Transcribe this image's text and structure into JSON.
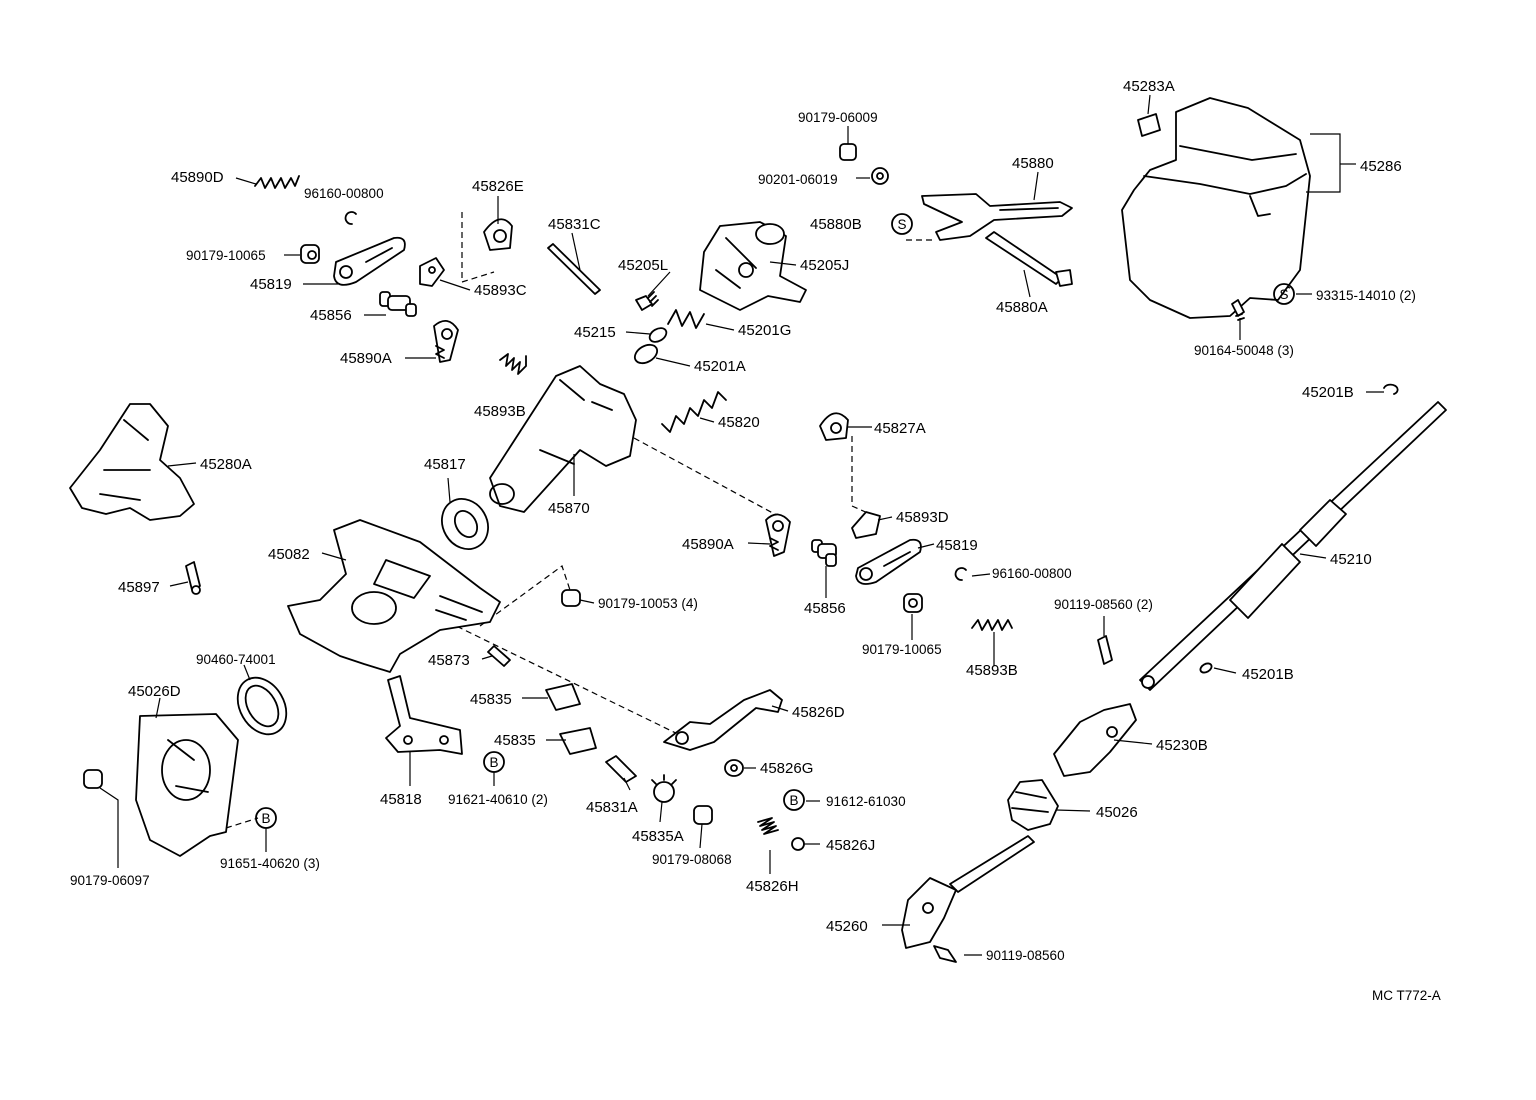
{
  "diagram": {
    "code": "MC T772-A",
    "labels": {
      "p45890D": "45890D",
      "p96160_00800_a": "96160-00800",
      "p90179_10065_a": "90179-10065",
      "p45819_a": "45819",
      "p45856_a": "45856",
      "p45890A_a": "45890A",
      "p45893B_a": "45893B",
      "p45826E": "45826E",
      "p45893C": "45893C",
      "p45831C": "45831C",
      "p45205L": "45205L",
      "p45215": "45215",
      "p45201G": "45201G",
      "p45201A": "45201A",
      "p45205J": "45205J",
      "p90179_06009": "90179-06009",
      "p90201_06019": "90201-06019",
      "p45880": "45880",
      "p45880B": "45880B",
      "p45880A": "45880A",
      "p45283A": "45283A",
      "p45286": "45286",
      "p93315_14010": "93315-14010 (2)",
      "p90164_50048": "90164-50048 (3)",
      "p45201B_a": "45201B",
      "p45820": "45820",
      "p45827A": "45827A",
      "p45280A": "45280A",
      "p45817": "45817",
      "p45870": "45870",
      "p45890A_b": "45890A",
      "p45893D": "45893D",
      "p45819_b": "45819",
      "p45082": "45082",
      "p96160_00800_b": "96160-00800",
      "p45210": "45210",
      "p45897": "45897",
      "p45856_b": "45856",
      "p90179_10053": "90179-10053 (4)",
      "p90119_08560_2": "90119-08560 (2)",
      "p90179_10065_b": "90179-10065",
      "p45893B_b": "45893B",
      "p90460_74001": "90460-74001",
      "p45873": "45873",
      "p45201B_b": "45201B",
      "p45026D": "45026D",
      "p45835_a": "45835",
      "p45826D": "45826D",
      "p45835_b": "45835",
      "p45230B": "45230B",
      "p45826G": "45826G",
      "p45818": "45818",
      "p91621_40610": "91621-40610 (2)",
      "p45831A": "45831A",
      "p91612_61030": "91612-61030",
      "p45026": "45026",
      "p45835A": "45835A",
      "p90179_06097": "90179-06097",
      "p91651_40620": "91651-40620 (3)",
      "p90179_08068": "90179-08068",
      "p45826J": "45826J",
      "p45826H": "45826H",
      "p45260": "45260",
      "p90119_08560": "90119-08560"
    },
    "markers": {
      "s": "S",
      "b": "B"
    }
  }
}
